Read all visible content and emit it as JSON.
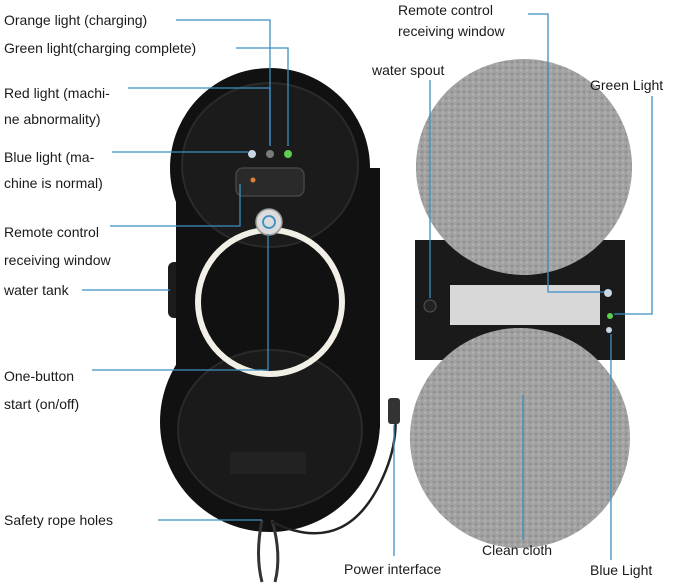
{
  "labels": {
    "orange_light": "Orange light (charging)",
    "green_light_complete": "Green light(charging complete)",
    "red_light": [
      "Red light (machi-",
      "ne abnormality)"
    ],
    "blue_light_normal": [
      "Blue light (ma-",
      "chine is normal)"
    ],
    "remote_window_left": [
      "Remote control",
      "receiving window"
    ],
    "water_tank": "water tank",
    "one_button": [
      "One-button",
      "start (on/off)"
    ],
    "safety_rope": "Safety rope holes",
    "power_interface": "Power interface",
    "remote_window_right": [
      "Remote control",
      "receiving window"
    ],
    "water_spout": "water spout",
    "green_light_right": "Green Light",
    "clean_cloth": "Clean cloth",
    "blue_light_right": "Blue Light"
  },
  "colors": {
    "leader_line": "#3b8fc4",
    "robot_body": "#111111",
    "cloth": "#9a9a9a",
    "ring": "#f2efe6",
    "led_orange": "#e0803a",
    "led_green": "#5fcf52",
    "led_blue": "#c8d6e6"
  }
}
